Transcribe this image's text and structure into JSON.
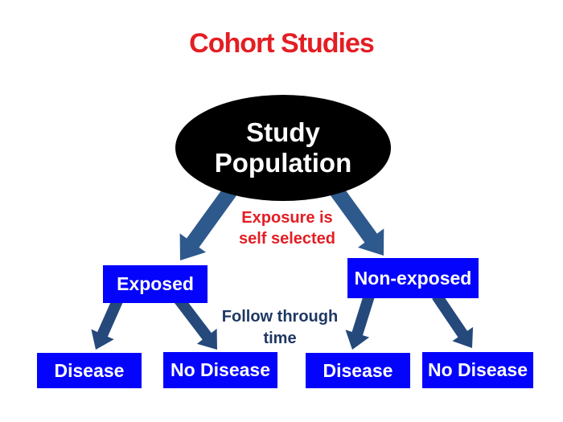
{
  "title": "Cohort Studies",
  "nodes": {
    "population": "Study Population",
    "exposed": "Exposed",
    "non_exposed": "Non-exposed",
    "exposed_disease": "Disease",
    "exposed_no_disease": "No Disease",
    "non_exposed_disease": "Disease",
    "non_exposed_no_disease": "No Disease"
  },
  "annotations": {
    "exposure": "Exposure is self selected",
    "follow": "Follow through time"
  },
  "edges": [
    {
      "from": "Study Population",
      "to": "Exposed"
    },
    {
      "from": "Study Population",
      "to": "Non-exposed"
    },
    {
      "from": "Exposed",
      "to": "Disease"
    },
    {
      "from": "Exposed",
      "to": "No Disease"
    },
    {
      "from": "Non-exposed",
      "to": "Disease"
    },
    {
      "from": "Non-exposed",
      "to": "No Disease"
    }
  ],
  "colors": {
    "red": "#E31E24",
    "box_blue": "#0404FC",
    "box_text": "#FFFFFF",
    "ellipse_fill": "#000000",
    "ellipse_text": "#FFFFFF",
    "navy_text": "#1F3864",
    "arrow_upper": "#2E598C",
    "arrow_lower": "#25497B"
  }
}
